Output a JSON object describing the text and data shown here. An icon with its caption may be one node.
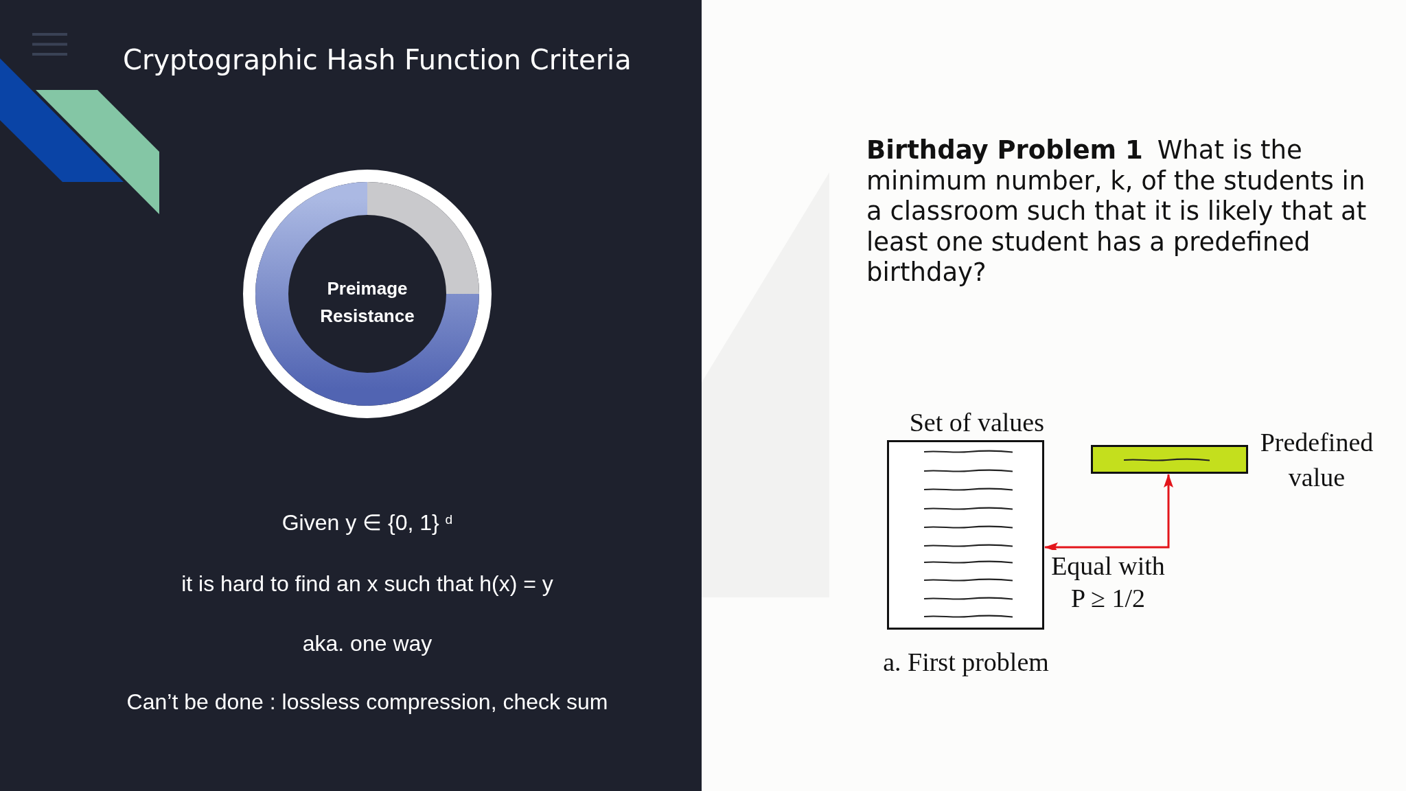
{
  "diagram": {
    "title": "Cryptographic Hash Function Criteria",
    "caption": "a. First problem",
    "nodes": [
      {
        "text": [
          "Preimage Resistance"
        ]
      },
      {
        "text": [
          "Set of values"
        ]
      },
      {
        "text": [],
        "shape": "bar",
        "beside": [
          "Predefined value"
        ]
      }
    ],
    "edges": [
      {
        "from": 1,
        "to": 2,
        "arrow": "both",
        "label": "Equal with P ≥ 1/2"
      }
    ],
    "labels": [
      "Given y ∈ {0, 1} $^{d}$",
      "it is hard to find an x such that h(x) = y",
      "aka. one way",
      "Can’t be done : lossless compression, check sum",
      "**Birthday Problem 1** What is the minimum number, k, of the students in a classroom such that it is likely that at least one student has a predefined birthday?"
    ]
  }
}
